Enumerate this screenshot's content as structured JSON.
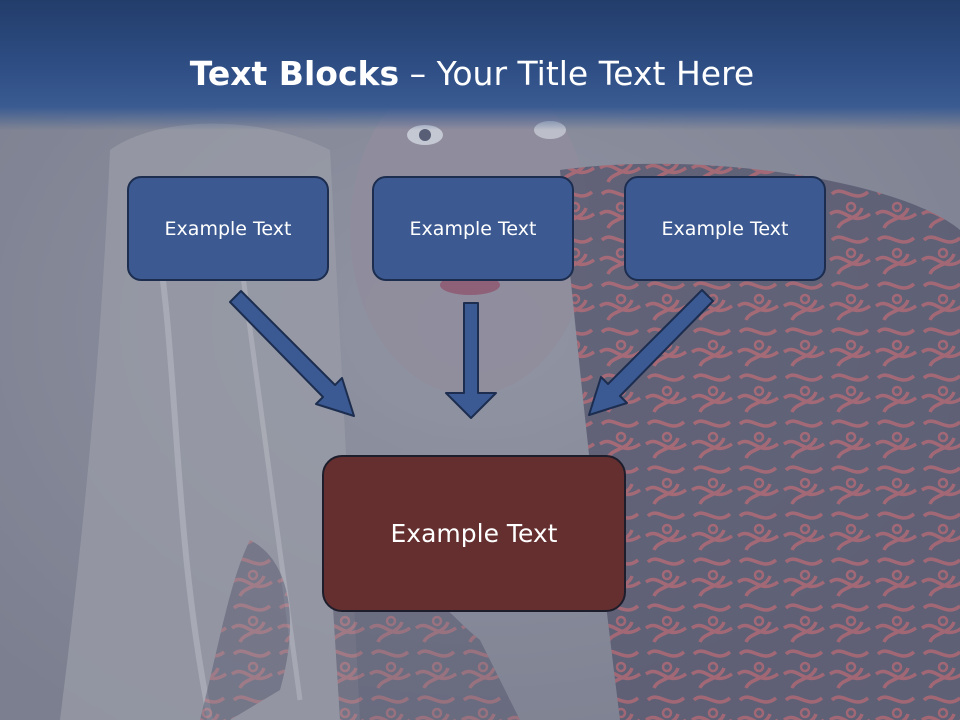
{
  "slide": {
    "title_bold": "Text Blocks",
    "title_dash": " – ",
    "title_rest": "Your Title Text Here",
    "blocks": [
      {
        "label": "Example Text"
      },
      {
        "label": "Example Text"
      },
      {
        "label": "Example Text"
      }
    ],
    "target_block": {
      "label": "Example Text"
    }
  },
  "colors": {
    "title_bar": "#2f4f86",
    "block_fill": "#3c5a91",
    "block_border": "#1c2d4f",
    "target_fill": "#652f2f",
    "arrow_fill": "#3b5a93"
  },
  "icons": [
    "arrow-down-right-icon",
    "arrow-down-icon",
    "arrow-down-left-icon"
  ]
}
